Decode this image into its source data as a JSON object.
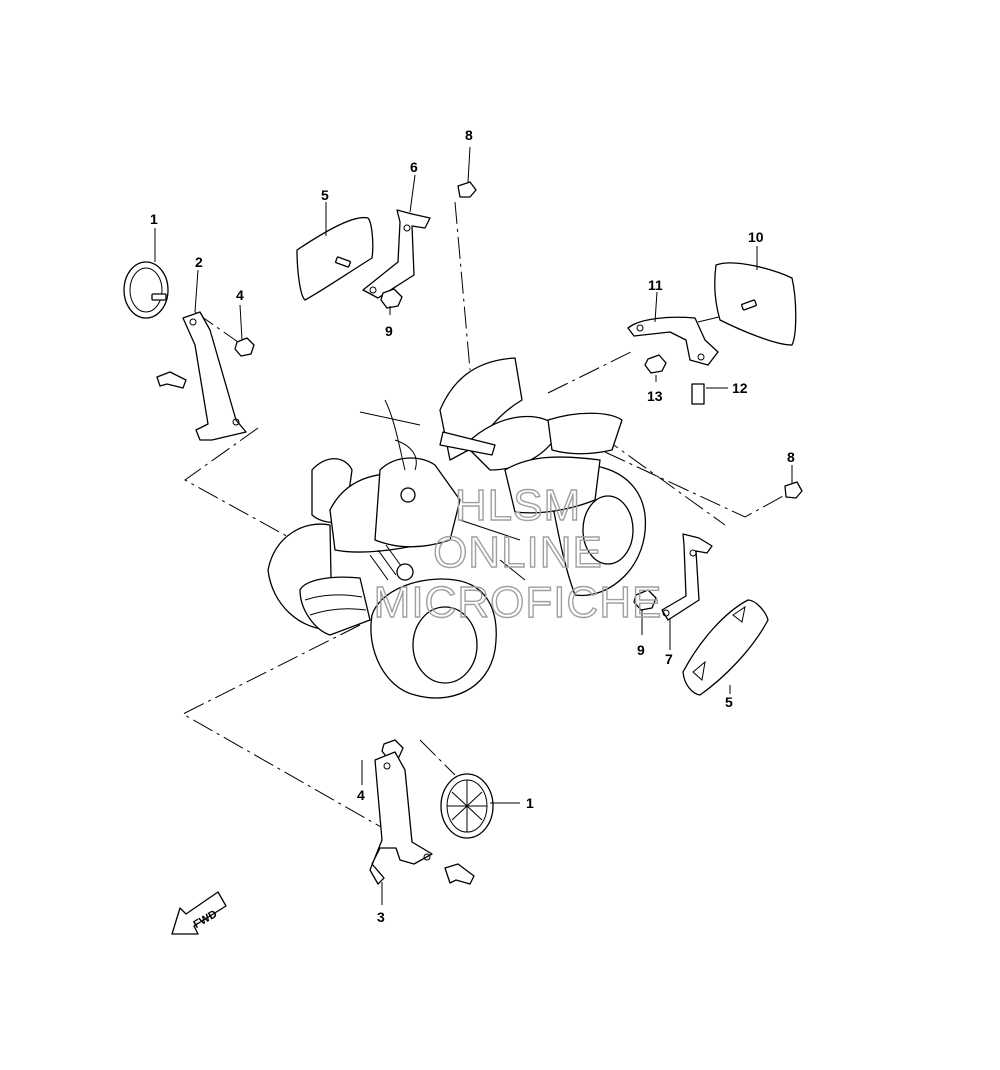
{
  "watermark": [
    "HLSM",
    "ONLINE",
    "MICROFICHE"
  ],
  "direction_arrow": {
    "label": "FWD",
    "icon": "forward-arrow-icon"
  },
  "callouts": [
    {
      "id": "c1a",
      "number": "1"
    },
    {
      "id": "c2",
      "number": "2"
    },
    {
      "id": "c4a",
      "number": "4"
    },
    {
      "id": "c5a",
      "number": "5"
    },
    {
      "id": "c6",
      "number": "6"
    },
    {
      "id": "c9a",
      "number": "9"
    },
    {
      "id": "c8a",
      "number": "8"
    },
    {
      "id": "c10",
      "number": "10"
    },
    {
      "id": "c11",
      "number": "11"
    },
    {
      "id": "c13",
      "number": "13"
    },
    {
      "id": "c12",
      "number": "12"
    },
    {
      "id": "c8b",
      "number": "8"
    },
    {
      "id": "c9b",
      "number": "9"
    },
    {
      "id": "c7",
      "number": "7"
    },
    {
      "id": "c5b",
      "number": "5"
    },
    {
      "id": "c4b",
      "number": "4"
    },
    {
      "id": "c1b",
      "number": "1"
    },
    {
      "id": "c3",
      "number": "3"
    }
  ]
}
